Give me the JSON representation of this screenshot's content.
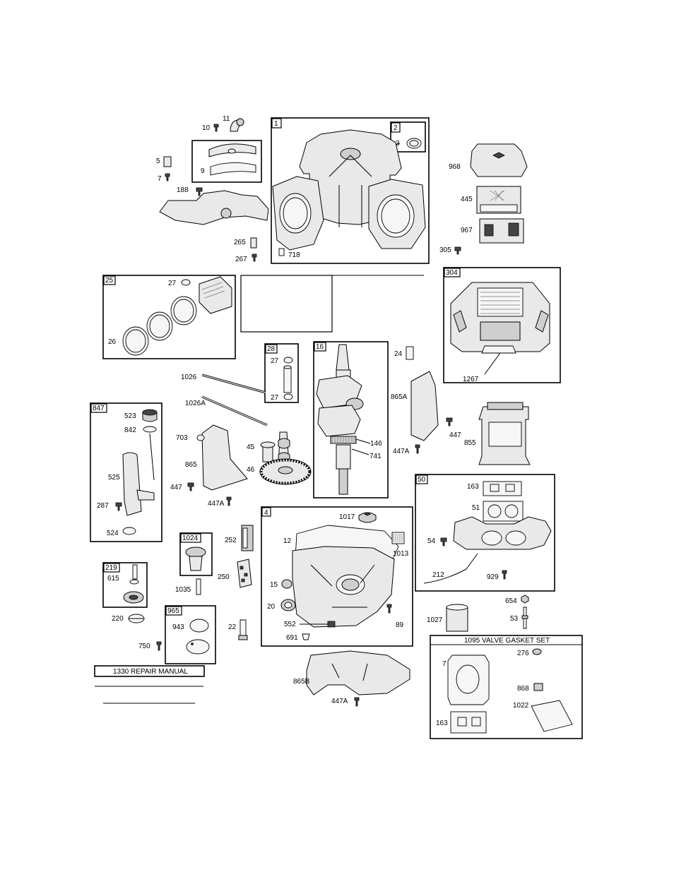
{
  "callouts": {
    "c10": "10",
    "c11": "11",
    "c5": "5",
    "c9": "9",
    "c7": "7",
    "c188": "188",
    "c265": "265",
    "c267": "267",
    "c718": "718",
    "c1": "1",
    "c2": "2",
    "c3": "3",
    "c968": "968",
    "c445": "445",
    "c967": "967",
    "c305": "305",
    "c25": "25",
    "c27a": "27",
    "c26": "26",
    "c304": "304",
    "c1267": "1267",
    "c28": "28",
    "c27b": "27",
    "c27c": "27",
    "c16": "16",
    "c24": "24",
    "c146": "146",
    "c741": "741",
    "c1026": "1026",
    "c1026a": "1026A",
    "c847": "847",
    "c523": "523",
    "c842": "842",
    "c525": "525",
    "c287": "287",
    "c524": "524",
    "c703": "703",
    "c865": "865",
    "c447a": "447",
    "c447Aa": "447A",
    "c45": "45",
    "c46": "46",
    "c865a": "865A",
    "c447b": "447",
    "c447Ab": "447A",
    "c855": "855",
    "c50": "50",
    "c163a": "163",
    "c51": "51",
    "c54": "54",
    "c212": "212",
    "c929": "929",
    "c4": "4",
    "c1017": "1017",
    "c12": "12",
    "c1013": "1013",
    "c15": "15",
    "c20": "20",
    "c552": "552",
    "c691": "691",
    "c89": "89",
    "c1024": "1024",
    "c252": "252",
    "c250": "250",
    "c1035": "1035",
    "c219": "219",
    "c615": "615",
    "c220": "220",
    "c750": "750",
    "c965": "965",
    "c943": "943",
    "c22": "22",
    "c654": "654",
    "c53": "53",
    "c1027": "1027",
    "c865b": "865B",
    "c447Ac": "447A",
    "c7b": "7",
    "c276": "276",
    "c868": "868",
    "c1022": "1022",
    "c163b": "163"
  },
  "labels": {
    "repair_manual": "1330 REPAIR MANUAL",
    "valve_gasket_set": "1095 VALVE GASKET SET"
  }
}
